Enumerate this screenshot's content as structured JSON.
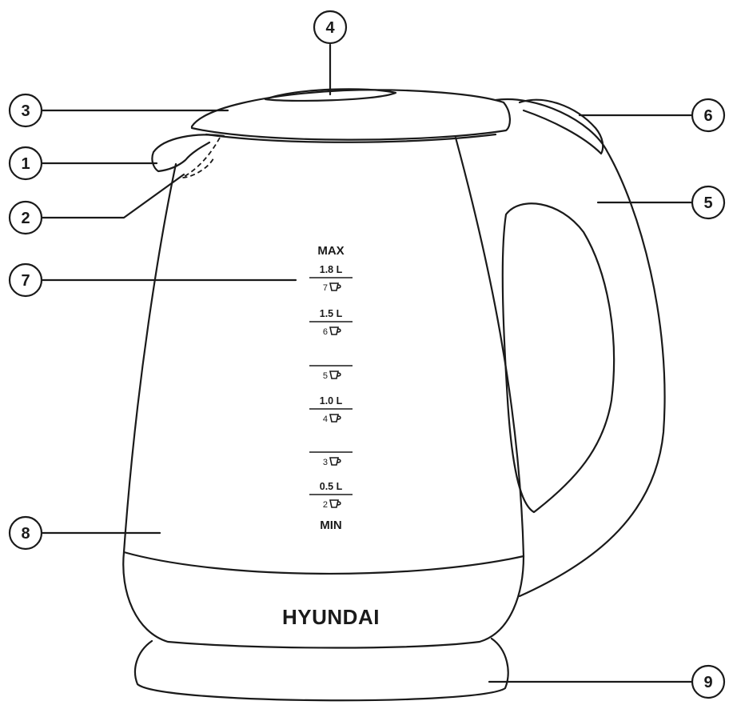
{
  "brand": "HYUNDAI",
  "scale": {
    "max": "MAX",
    "min": "MIN",
    "marks": [
      {
        "liters": "1.8 L",
        "cups": "7"
      },
      {
        "liters": "1.5 L",
        "cups": "6"
      },
      {
        "liters": "",
        "cups": "5"
      },
      {
        "liters": "1.0 L",
        "cups": "4"
      },
      {
        "liters": "",
        "cups": "3"
      },
      {
        "liters": "0.5 L",
        "cups": "2"
      }
    ]
  },
  "callouts": [
    "1",
    "2",
    "3",
    "4",
    "5",
    "6",
    "7",
    "8",
    "9"
  ]
}
